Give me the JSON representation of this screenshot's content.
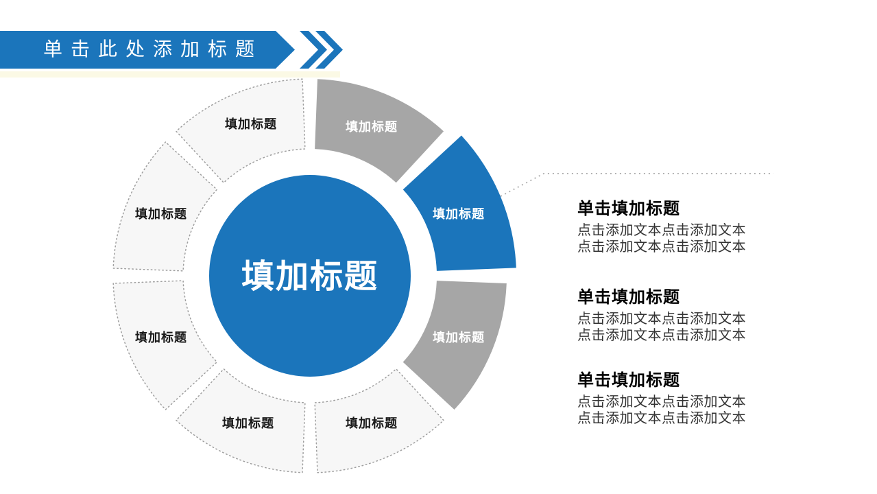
{
  "slide_title_bar": {
    "title": "单击此处添加标题"
  },
  "diagram": {
    "center_label": "填加标题",
    "segments": [
      {
        "position": "right-upper",
        "style": "solid-blue",
        "label": "填加标题",
        "color": "#1B75BB"
      },
      {
        "position": "top-right",
        "style": "solid-gray",
        "label": "填加标题",
        "color": "#A6A6A6"
      },
      {
        "position": "top-left",
        "style": "dotted",
        "label": "填加标题",
        "color": "#F7F7F7"
      },
      {
        "position": "left-upper",
        "style": "dotted",
        "label": "填加标题",
        "color": "#F7F7F7"
      },
      {
        "position": "left-lower",
        "style": "dotted",
        "label": "填加标题",
        "color": "#F7F7F7"
      },
      {
        "position": "bottom-left",
        "style": "dotted",
        "label": "填加标题",
        "color": "#F7F7F7"
      },
      {
        "position": "bottom-right",
        "style": "dotted",
        "label": "填加标题",
        "color": "#F7F7F7"
      },
      {
        "position": "right-lower",
        "style": "solid-gray",
        "label": "填加标题",
        "color": "#A6A6A6"
      }
    ],
    "center_color": "#1B75BB"
  },
  "callouts": [
    {
      "heading": "单击填加标题",
      "lines": [
        "点击添加文本点击添加文本",
        "点击添加文本点击添加文本"
      ]
    },
    {
      "heading": "单击填加标题",
      "lines": [
        "点击添加文本点击添加文本",
        "点击添加文本点击添加文本"
      ]
    },
    {
      "heading": "单击填加标题",
      "lines": [
        "点击添加文本点击添加文本",
        "点击添加文本点击添加文本"
      ]
    }
  ],
  "colors": {
    "accent_blue": "#1B75BB",
    "gray": "#A6A6A6",
    "light_fill": "#F7F7F7",
    "banner_underline": "#FAF8E0"
  }
}
